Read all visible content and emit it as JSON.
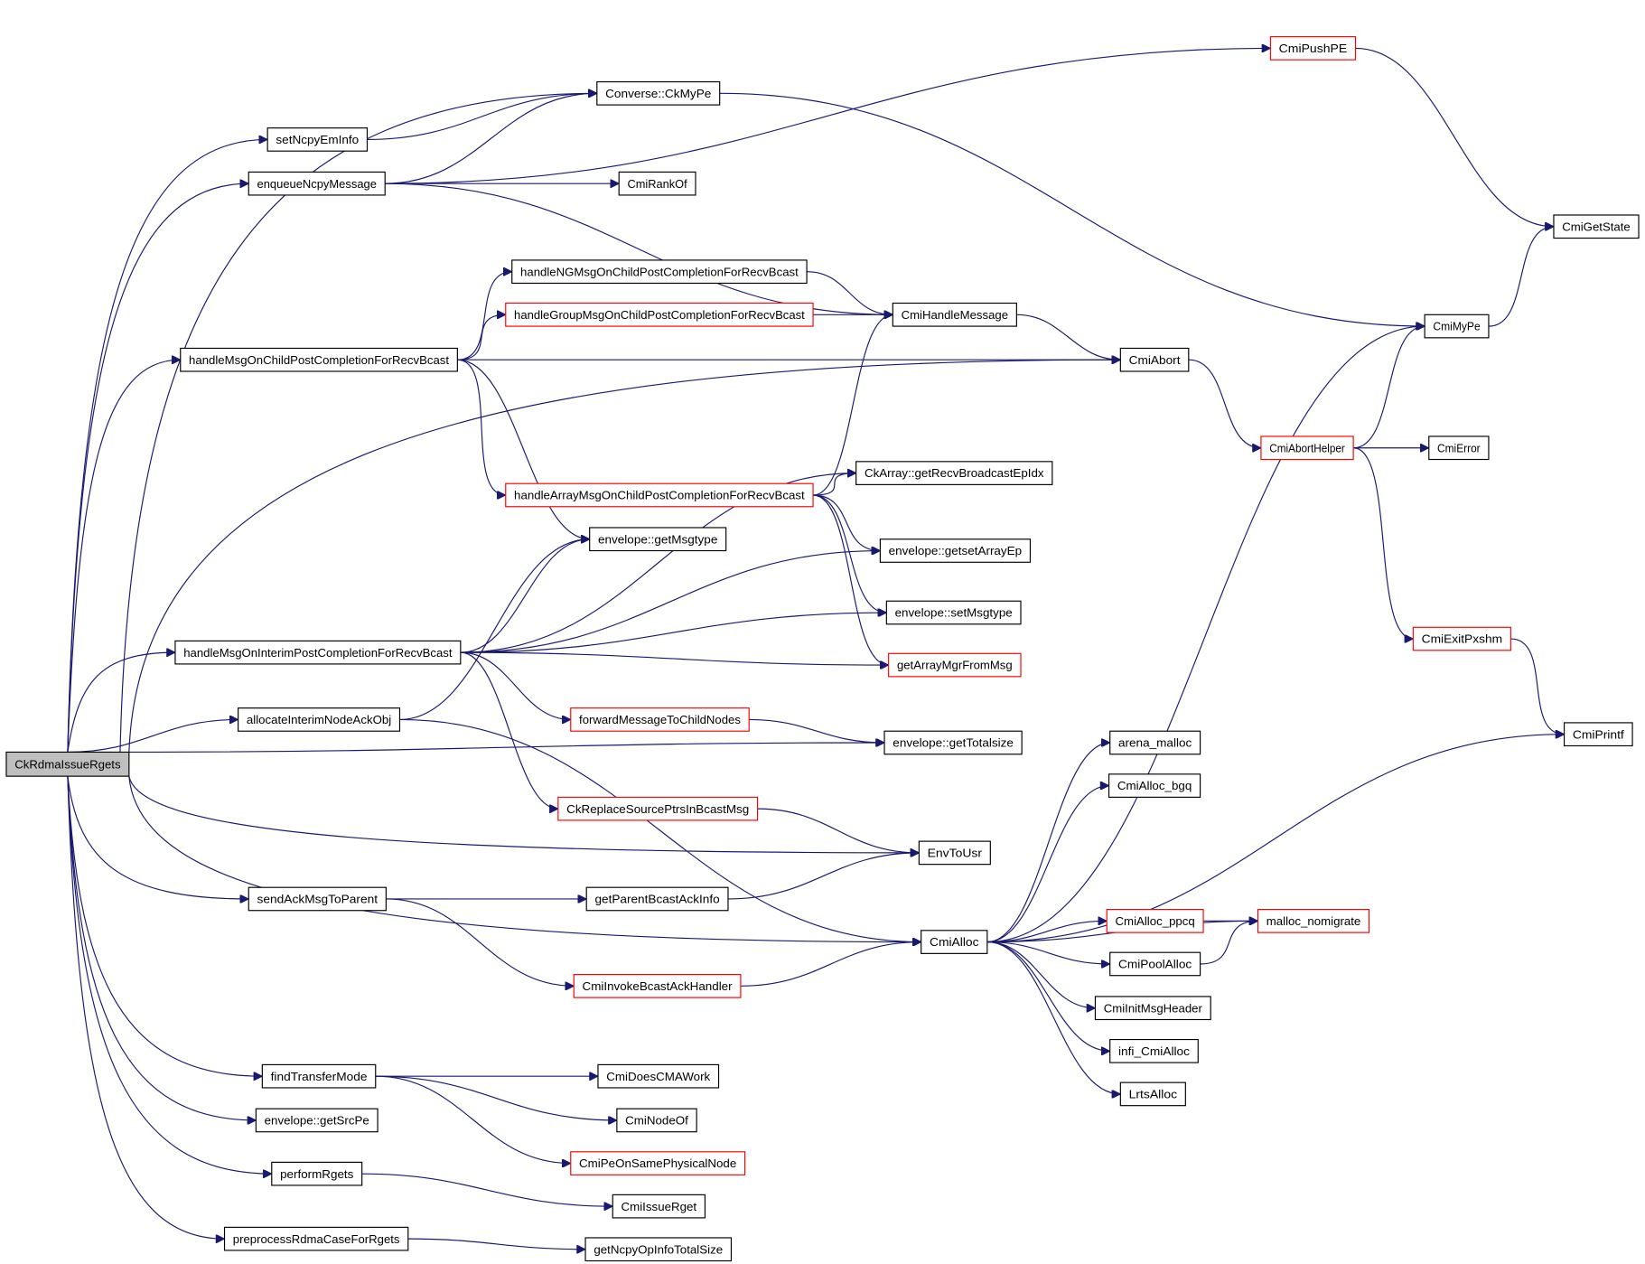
{
  "graph": {
    "title": "CkRdmaIssueRgets call graph",
    "edge_color": "#191970",
    "node_border_default": "#000000",
    "node_border_truncated": "#ff0000",
    "root_fill": "#bfbfbf",
    "nodes": [
      {
        "id": "root",
        "label": "CkRdmaIssueRgets",
        "style": "root"
      },
      {
        "id": "setNcpyEmInfo",
        "label": "setNcpyEmInfo",
        "style": "normal"
      },
      {
        "id": "enqueueNcpyMessage",
        "label": "enqueueNcpyMessage",
        "style": "normal"
      },
      {
        "id": "ConverseCkMyPe",
        "label": "Converse::CkMyPe",
        "style": "normal"
      },
      {
        "id": "CmiRankOf",
        "label": "CmiRankOf",
        "style": "normal"
      },
      {
        "id": "CmiPushPE",
        "label": "CmiPushPE",
        "style": "truncated"
      },
      {
        "id": "CmiGetState",
        "label": "CmiGetState",
        "style": "normal"
      },
      {
        "id": "CmiMyPe",
        "label": "CmiMyPe",
        "style": "normal"
      },
      {
        "id": "handleNGMsg",
        "label": "handleNGMsgOnChildPostCompletionForRecvBcast",
        "style": "normal"
      },
      {
        "id": "handleGroupMsg",
        "label": "handleGroupMsgOnChildPostCompletionForRecvBcast",
        "style": "truncated"
      },
      {
        "id": "CmiHandleMessage",
        "label": "CmiHandleMessage",
        "style": "normal"
      },
      {
        "id": "handleMsgOnChild",
        "label": "handleMsgOnChildPostCompletionForRecvBcast",
        "style": "normal"
      },
      {
        "id": "CmiAbort",
        "label": "CmiAbort",
        "style": "normal"
      },
      {
        "id": "CmiAbortHelper",
        "label": "CmiAbortHelper",
        "style": "truncated"
      },
      {
        "id": "CmiError",
        "label": "CmiError",
        "style": "normal"
      },
      {
        "id": "CmiExitPxshm",
        "label": "CmiExitPxshm",
        "style": "truncated"
      },
      {
        "id": "CmiPrintf",
        "label": "CmiPrintf",
        "style": "normal"
      },
      {
        "id": "handleArrayMsg",
        "label": "handleArrayMsgOnChildPostCompletionForRecvBcast",
        "style": "truncated"
      },
      {
        "id": "getRecvBroadcastEpIdx",
        "label": "CkArray::getRecvBroadcastEpIdx",
        "style": "normal"
      },
      {
        "id": "getMsgtype",
        "label": "envelope::getMsgtype",
        "style": "normal"
      },
      {
        "id": "getsetArrayEp",
        "label": "envelope::getsetArrayEp",
        "style": "normal"
      },
      {
        "id": "setMsgtype",
        "label": "envelope::setMsgtype",
        "style": "normal"
      },
      {
        "id": "handleMsgOnInterim",
        "label": "handleMsgOnInterimPostCompletionForRecvBcast",
        "style": "normal"
      },
      {
        "id": "getArrayMgrFromMsg",
        "label": "getArrayMgrFromMsg",
        "style": "truncated"
      },
      {
        "id": "allocateInterimNodeAckObj",
        "label": "allocateInterimNodeAckObj",
        "style": "normal"
      },
      {
        "id": "forwardMessageToChildNodes",
        "label": "forwardMessageToChildNodes",
        "style": "truncated"
      },
      {
        "id": "getTotalsize",
        "label": "envelope::getTotalsize",
        "style": "normal"
      },
      {
        "id": "arena_malloc",
        "label": "arena_malloc",
        "style": "normal"
      },
      {
        "id": "CmiAlloc_bgq",
        "label": "CmiAlloc_bgq",
        "style": "normal"
      },
      {
        "id": "CkReplaceSourcePtrs",
        "label": "CkReplaceSourcePtrsInBcastMsg",
        "style": "truncated"
      },
      {
        "id": "EnvToUsr",
        "label": "EnvToUsr",
        "style": "normal"
      },
      {
        "id": "sendAckMsgToParent",
        "label": "sendAckMsgToParent",
        "style": "normal"
      },
      {
        "id": "getParentBcastAckInfo",
        "label": "getParentBcastAckInfo",
        "style": "normal"
      },
      {
        "id": "CmiAlloc",
        "label": "CmiAlloc",
        "style": "normal"
      },
      {
        "id": "CmiAlloc_ppcq",
        "label": "CmiAlloc_ppcq",
        "style": "truncated"
      },
      {
        "id": "malloc_nomigrate",
        "label": "malloc_nomigrate",
        "style": "truncated"
      },
      {
        "id": "CmiPoolAlloc",
        "label": "CmiPoolAlloc",
        "style": "normal"
      },
      {
        "id": "CmiInvokeBcastAckHandler",
        "label": "CmiInvokeBcastAckHandler",
        "style": "truncated"
      },
      {
        "id": "CmiInitMsgHeader",
        "label": "CmiInitMsgHeader",
        "style": "normal"
      },
      {
        "id": "infi_CmiAlloc",
        "label": "infi_CmiAlloc",
        "style": "normal"
      },
      {
        "id": "LrtsAlloc",
        "label": "LrtsAlloc",
        "style": "normal"
      },
      {
        "id": "findTransferMode",
        "label": "findTransferMode",
        "style": "normal"
      },
      {
        "id": "CmiDoesCMAWork",
        "label": "CmiDoesCMAWork",
        "style": "normal"
      },
      {
        "id": "envelopeGetSrcPe",
        "label": "envelope::getSrcPe",
        "style": "normal"
      },
      {
        "id": "CmiNodeOf",
        "label": "CmiNodeOf",
        "style": "normal"
      },
      {
        "id": "CmiPeOnSamePhysicalNode",
        "label": "CmiPeOnSamePhysicalNode",
        "style": "truncated"
      },
      {
        "id": "performRgets",
        "label": "performRgets",
        "style": "normal"
      },
      {
        "id": "CmiIssueRget",
        "label": "CmiIssueRget",
        "style": "normal"
      },
      {
        "id": "preprocessRdmaCaseForRgets",
        "label": "preprocessRdmaCaseForRgets",
        "style": "normal"
      },
      {
        "id": "getNcpyOpInfoTotalSize",
        "label": "getNcpyOpInfoTotalSize",
        "style": "normal"
      }
    ],
    "edges": [
      [
        "root",
        "ConverseCkMyPe"
      ],
      [
        "root",
        "setNcpyEmInfo"
      ],
      [
        "root",
        "enqueueNcpyMessage"
      ],
      [
        "root",
        "handleMsgOnChild"
      ],
      [
        "root",
        "CmiAbort"
      ],
      [
        "root",
        "handleMsgOnInterim"
      ],
      [
        "root",
        "allocateInterimNodeAckObj"
      ],
      [
        "root",
        "getTotalsize"
      ],
      [
        "root",
        "EnvToUsr"
      ],
      [
        "root",
        "sendAckMsgToParent"
      ],
      [
        "root",
        "CmiAlloc"
      ],
      [
        "root",
        "findTransferMode"
      ],
      [
        "root",
        "envelopeGetSrcPe"
      ],
      [
        "root",
        "performRgets"
      ],
      [
        "root",
        "preprocessRdmaCaseForRgets"
      ],
      [
        "setNcpyEmInfo",
        "ConverseCkMyPe"
      ],
      [
        "enqueueNcpyMessage",
        "ConverseCkMyPe"
      ],
      [
        "enqueueNcpyMessage",
        "CmiPushPE"
      ],
      [
        "enqueueNcpyMessage",
        "CmiRankOf"
      ],
      [
        "enqueueNcpyMessage",
        "CmiHandleMessage"
      ],
      [
        "ConverseCkMyPe",
        "CmiMyPe"
      ],
      [
        "CmiPushPE",
        "CmiGetState"
      ],
      [
        "CmiMyPe",
        "CmiGetState"
      ],
      [
        "handleMsgOnChild",
        "handleNGMsg"
      ],
      [
        "handleMsgOnChild",
        "handleGroupMsg"
      ],
      [
        "handleMsgOnChild",
        "CmiAbort"
      ],
      [
        "handleMsgOnChild",
        "handleArrayMsg"
      ],
      [
        "handleMsgOnChild",
        "getMsgtype"
      ],
      [
        "handleNGMsg",
        "CmiHandleMessage"
      ],
      [
        "handleGroupMsg",
        "CmiHandleMessage"
      ],
      [
        "CmiHandleMessage",
        "CmiAbort"
      ],
      [
        "CmiAbort",
        "CmiAbortHelper"
      ],
      [
        "CmiAbortHelper",
        "CmiMyPe"
      ],
      [
        "CmiAbortHelper",
        "CmiError"
      ],
      [
        "CmiAbortHelper",
        "CmiExitPxshm"
      ],
      [
        "CmiExitPxshm",
        "CmiPrintf"
      ],
      [
        "handleArrayMsg",
        "CmiHandleMessage"
      ],
      [
        "handleArrayMsg",
        "getRecvBroadcastEpIdx"
      ],
      [
        "handleArrayMsg",
        "getsetArrayEp"
      ],
      [
        "handleArrayMsg",
        "setMsgtype"
      ],
      [
        "handleArrayMsg",
        "getArrayMgrFromMsg"
      ],
      [
        "handleMsgOnInterim",
        "getRecvBroadcastEpIdx"
      ],
      [
        "handleMsgOnInterim",
        "getMsgtype"
      ],
      [
        "handleMsgOnInterim",
        "getsetArrayEp"
      ],
      [
        "handleMsgOnInterim",
        "setMsgtype"
      ],
      [
        "handleMsgOnInterim",
        "getArrayMgrFromMsg"
      ],
      [
        "handleMsgOnInterim",
        "forwardMessageToChildNodes"
      ],
      [
        "handleMsgOnInterim",
        "CkReplaceSourcePtrs"
      ],
      [
        "allocateInterimNodeAckObj",
        "getMsgtype"
      ],
      [
        "allocateInterimNodeAckObj",
        "CmiAlloc"
      ],
      [
        "forwardMessageToChildNodes",
        "getTotalsize"
      ],
      [
        "CkReplaceSourcePtrs",
        "EnvToUsr"
      ],
      [
        "sendAckMsgToParent",
        "getParentBcastAckInfo"
      ],
      [
        "sendAckMsgToParent",
        "CmiInvokeBcastAckHandler"
      ],
      [
        "getParentBcastAckInfo",
        "EnvToUsr"
      ],
      [
        "CmiInvokeBcastAckHandler",
        "CmiAlloc"
      ],
      [
        "CmiAlloc",
        "CmiMyPe"
      ],
      [
        "CmiAlloc",
        "arena_malloc"
      ],
      [
        "CmiAlloc",
        "CmiAlloc_bgq"
      ],
      [
        "CmiAlloc",
        "CmiPrintf"
      ],
      [
        "CmiAlloc",
        "malloc_nomigrate"
      ],
      [
        "CmiAlloc",
        "CmiAlloc_ppcq"
      ],
      [
        "CmiAlloc",
        "CmiPoolAlloc"
      ],
      [
        "CmiAlloc",
        "CmiInitMsgHeader"
      ],
      [
        "CmiAlloc",
        "infi_CmiAlloc"
      ],
      [
        "CmiAlloc",
        "LrtsAlloc"
      ],
      [
        "CmiAlloc_ppcq",
        "malloc_nomigrate"
      ],
      [
        "CmiPoolAlloc",
        "malloc_nomigrate"
      ],
      [
        "findTransferMode",
        "CmiDoesCMAWork"
      ],
      [
        "findTransferMode",
        "CmiNodeOf"
      ],
      [
        "findTransferMode",
        "CmiPeOnSamePhysicalNode"
      ],
      [
        "performRgets",
        "CmiIssueRget"
      ],
      [
        "preprocessRdmaCaseForRgets",
        "getNcpyOpInfoTotalSize"
      ]
    ]
  }
}
